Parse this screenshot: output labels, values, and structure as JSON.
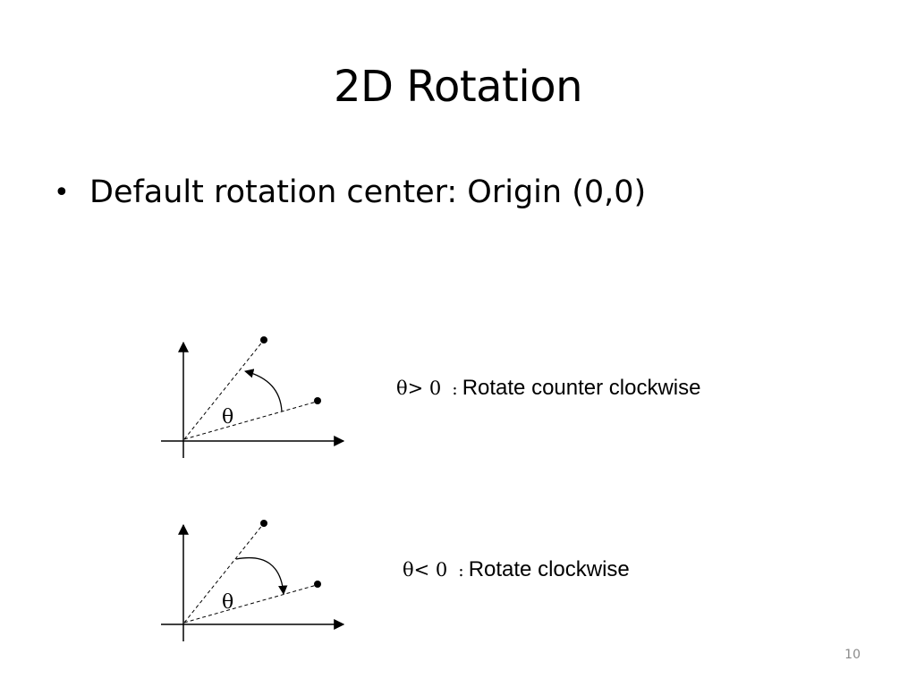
{
  "slide": {
    "title": "2D Rotation",
    "bullet": {
      "marker": "•",
      "text": "Default rotation center: Origin (0,0)"
    },
    "diagrams": [
      {
        "angle_label": "θ",
        "condition": "θ> 0",
        "separator": ":",
        "description": "Rotate counter clockwise",
        "arrow_direction": "counter-clockwise"
      },
      {
        "angle_label": "θ",
        "condition": "θ< 0",
        "separator": ":",
        "description": "Rotate clockwise",
        "arrow_direction": "clockwise"
      }
    ],
    "page_number": "10"
  },
  "colors": {
    "background": "#ffffff",
    "text": "#000000",
    "page_number": "#8a8a8a"
  }
}
